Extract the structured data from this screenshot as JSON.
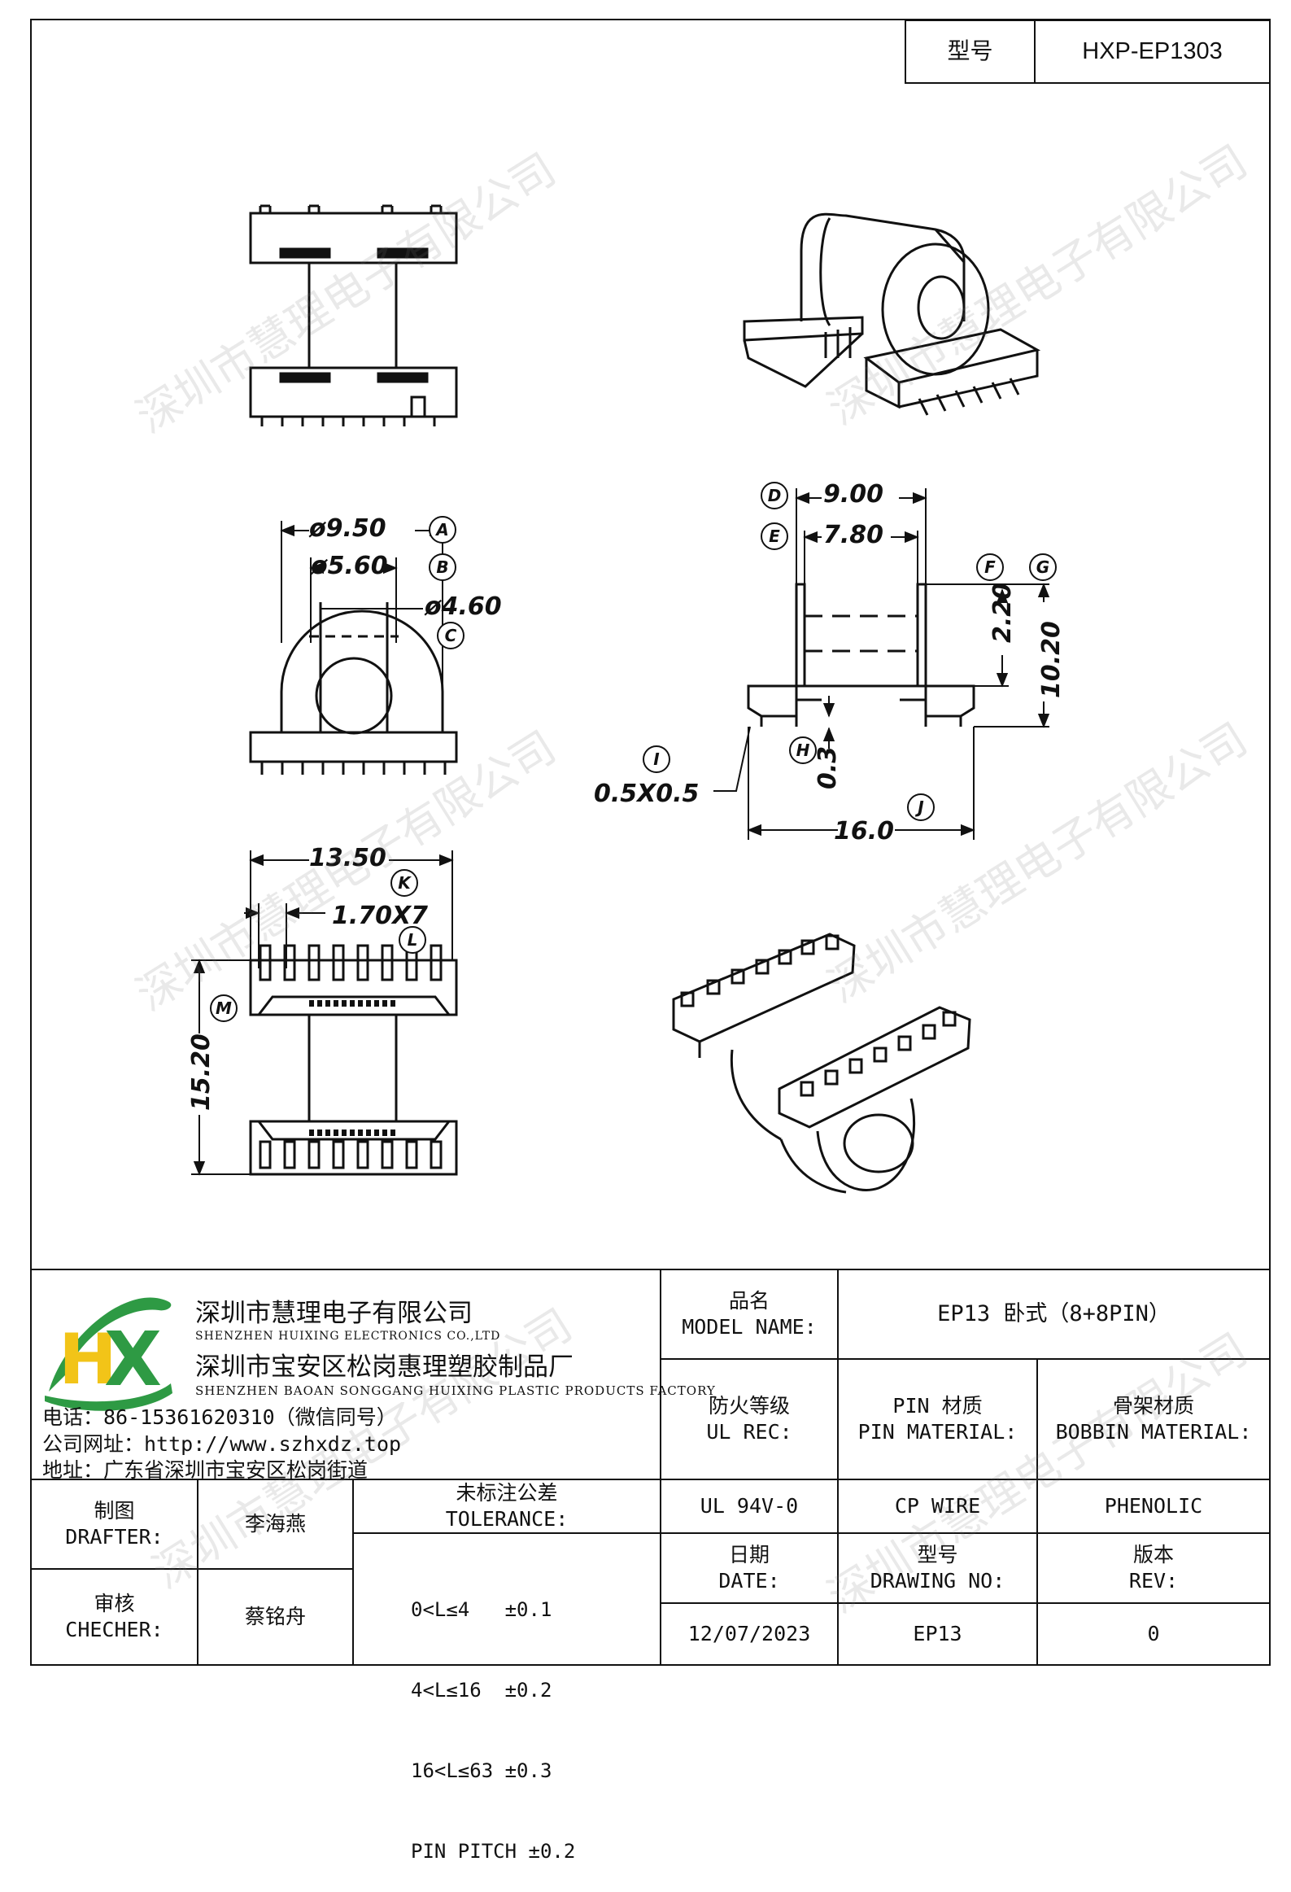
{
  "header": {
    "model_label": "型号",
    "model_value": "HXP-EP1303"
  },
  "dimensions": {
    "a": {
      "value": "ø9.50",
      "tag": "A"
    },
    "b": {
      "value": "ø5.60",
      "tag": "B"
    },
    "c": {
      "value": "ø4.60",
      "tag": "C"
    },
    "d": {
      "value": "9.00",
      "tag": "D"
    },
    "e": {
      "value": "7.80",
      "tag": "E"
    },
    "f": {
      "value": "2.20",
      "tag": "F"
    },
    "g": {
      "value": "10.20",
      "tag": "G"
    },
    "h": {
      "value": "0.3",
      "tag": "H"
    },
    "i": {
      "value": "0.5X0.5",
      "tag": "I"
    },
    "j": {
      "value": "16.0",
      "tag": "J"
    },
    "k": {
      "value": "13.50",
      "tag": "K"
    },
    "l": {
      "value": "1.70X7",
      "tag": "L"
    },
    "m": {
      "value": "15.20",
      "tag": "M"
    }
  },
  "watermark": "深圳市慧理电子有限公司",
  "company": {
    "logo_letters": "HX",
    "name_cn": "深圳市慧理电子有限公司",
    "name_en": "SHENZHEN HUIXING ELECTRONICS CO.,LTD",
    "factory_cn": "深圳市宝安区松岗惠理塑胶制品厂",
    "factory_en": "SHENZHEN BAOAN SONGGANG HUIXING PLASTIC PRODUCTS FACTORY",
    "phone": "电话：86-15361620310（微信同号）",
    "website": "公司网址：http://www.szhxdz.top",
    "address": "地址：广东省深圳市宝安区松岗街道"
  },
  "title_block": {
    "model_name_cn": "品名",
    "model_name_en": "MODEL NAME:",
    "model_name_value": "EP13 卧式（8+8PIN）",
    "ul_cn": "防火等级",
    "ul_en": "UL REC:",
    "pin_cn": "PIN 材质",
    "pin_en": "PIN MATERIAL:",
    "bobbin_cn": "骨架材质",
    "bobbin_en": "BOBBIN MATERIAL:",
    "ul_value": "UL 94V-0",
    "pin_value": "CP WIRE",
    "bobbin_value": "PHENOLIC",
    "date_cn": "日期",
    "date_en": "DATE:",
    "drawing_cn": "型号",
    "drawing_en": "DRAWING NO:",
    "rev_cn": "版本",
    "rev_en": "REV:",
    "date_value": "12/07/2023",
    "drawing_value": "EP13",
    "rev_value": "0",
    "drafter_cn": "制图",
    "drafter_en": "DRAFTER:",
    "drafter_name": "李海燕",
    "checker_cn": "审核",
    "checker_en": "CHECHER:",
    "checker_name": "蔡铭舟",
    "tolerance_cn": "未标注公差",
    "tolerance_en": "TOLERANCE:",
    "tolerance_lines": [
      "0<L≤4   ±0.1",
      "4<L≤16  ±0.2",
      "16<L≤63 ±0.3",
      "PIN PITCH ±0.2"
    ]
  }
}
